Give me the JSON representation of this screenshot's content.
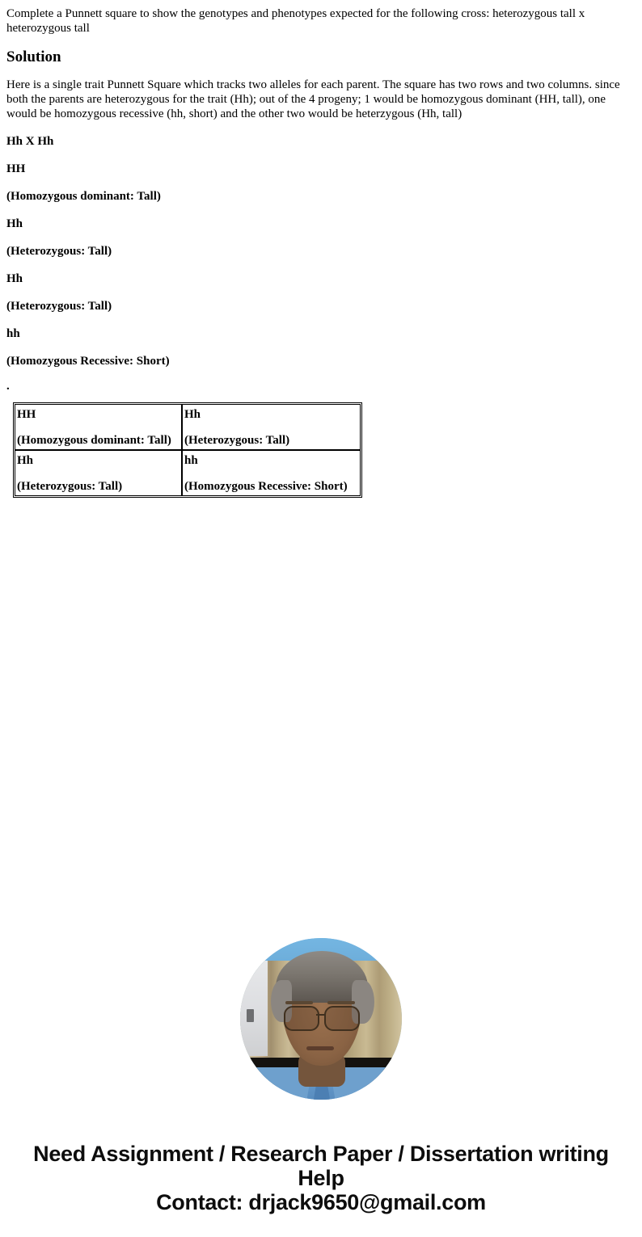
{
  "document": {
    "question": "Complete a Punnett square to show the genotypes and phenotypes expected for the following cross: heterozygous tall x heterozygous tall",
    "solution_heading": "Solution",
    "explanation": "Here is a single trait Punnett Square which tracks two alleles for each parent. The square has two rows and two columns. since both the parents are heterozygous for the trait (Hh); out of the 4 progeny; 1 would be homozygous dominant (HH, tall), one would be homozygous recessive (hh, short) and the other two would be heterzygous (Hh, tall)",
    "cross_label": "Hh X Hh",
    "outcomes": [
      {
        "genotype": "HH",
        "phenotype": "(Homozygous dominant: Tall)"
      },
      {
        "genotype": "Hh",
        "phenotype": "(Heterozygous: Tall)"
      },
      {
        "genotype": "Hh",
        "phenotype": "(Heterozygous: Tall)"
      },
      {
        "genotype": "hh",
        "phenotype": "(Homozygous Recessive: Short)"
      }
    ],
    "dot": "."
  },
  "punnett_table": {
    "rows": [
      [
        {
          "genotype": "HH",
          "phenotype": "(Homozygous dominant: Tall)"
        },
        {
          "genotype": "Hh",
          "phenotype": "(Heterozygous: Tall)"
        }
      ],
      [
        {
          "genotype": "Hh",
          "phenotype": "(Heterozygous: Tall)"
        },
        {
          "genotype": "hh",
          "phenotype": "(Homozygous Recessive: Short)"
        }
      ]
    ]
  },
  "promo": {
    "avatar_alt": "portrait-photo",
    "headline": "Need Assignment / Research Paper / Dissertation writing Help",
    "contact": "Contact: drjack9650@gmail.com"
  },
  "colors": {
    "text": "#000000",
    "border": "#000000",
    "background": "#ffffff",
    "promo_text": "#0d0d0d",
    "photo_sky": "#6fb2dd",
    "photo_shirt": "#5d91c3"
  }
}
